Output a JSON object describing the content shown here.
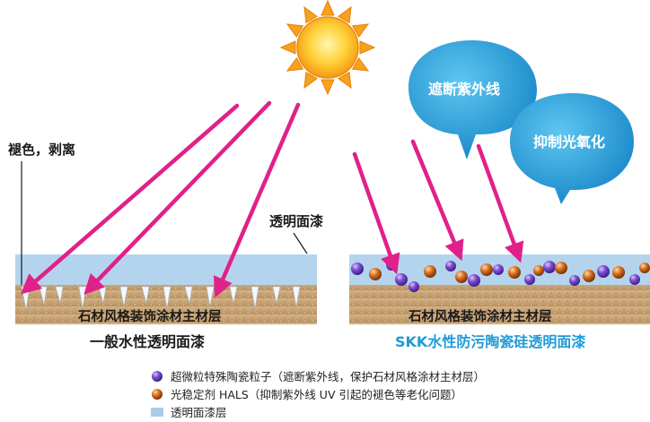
{
  "labels": {
    "fade_peel": "褪色，剥离",
    "clear_coat": "透明面漆",
    "left_layer": "石材风格装饰涂材主材层",
    "left_title": "一般水性透明面漆",
    "right_layer": "石材风格装饰涂材主材层",
    "right_title": "SKK水性防污陶瓷硅透明面漆"
  },
  "bubbles": {
    "uv_block": "遮断紫外线",
    "anti_oxidation": "抑制光氧化"
  },
  "legend": [
    {
      "icon": "ceramic-particle-icon",
      "text": "超微粒特殊陶瓷粒子（遮断紫外线，保护石材风格涂材主材层）"
    },
    {
      "icon": "hals-particle-icon",
      "text": "光稳定剂 HALS（抑制紫外线 UV 引起的褪色等老化问题）"
    },
    {
      "icon": "clear-coat-swatch-icon",
      "text": "透明面漆层"
    }
  ],
  "colors": {
    "arrow": "#e0218a",
    "sky_blue": "#b4d4ee",
    "sand": "#c9a679",
    "bubble": "#1e9bd7",
    "accent_title": "#1e9bd7",
    "ceramic": "#6a3fb2",
    "hals": "#c05a14"
  }
}
